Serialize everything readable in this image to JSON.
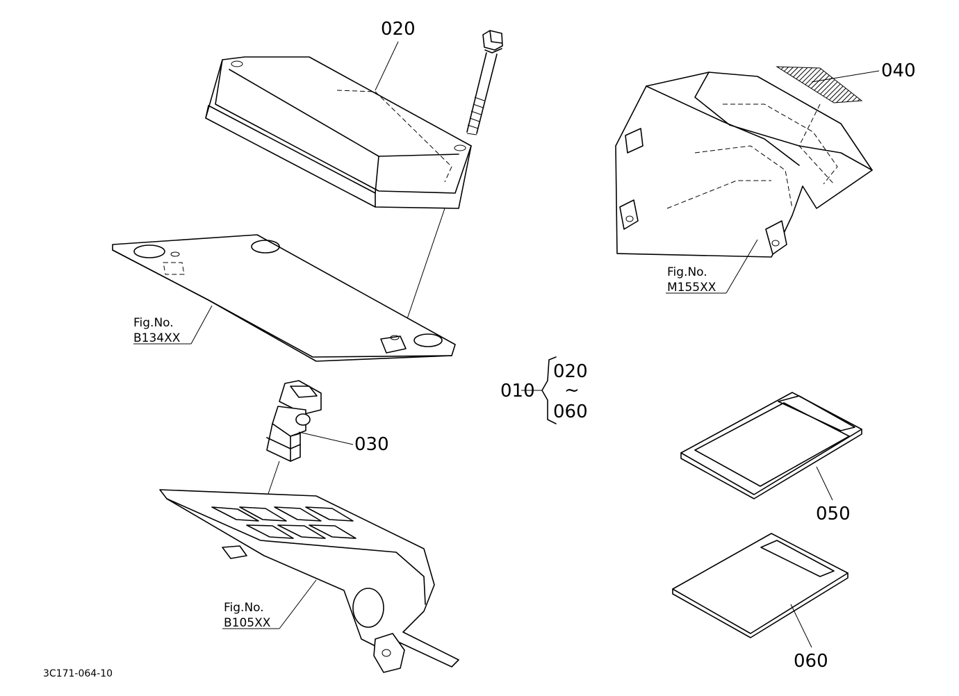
{
  "labels": {
    "p020": "020",
    "p030": "030",
    "p040": "040",
    "p050": "050",
    "p060": "060",
    "p010": "010",
    "range_start": "020",
    "range_tilde": "~",
    "range_end": "060"
  },
  "fig_refs": [
    {
      "caption": "Fig.No.",
      "code": "B134XX"
    },
    {
      "caption": "Fig.No.",
      "code": "M155XX"
    },
    {
      "caption": "Fig.No.",
      "code": "B105XX"
    }
  ],
  "drawing_number": "3C171-064-10"
}
